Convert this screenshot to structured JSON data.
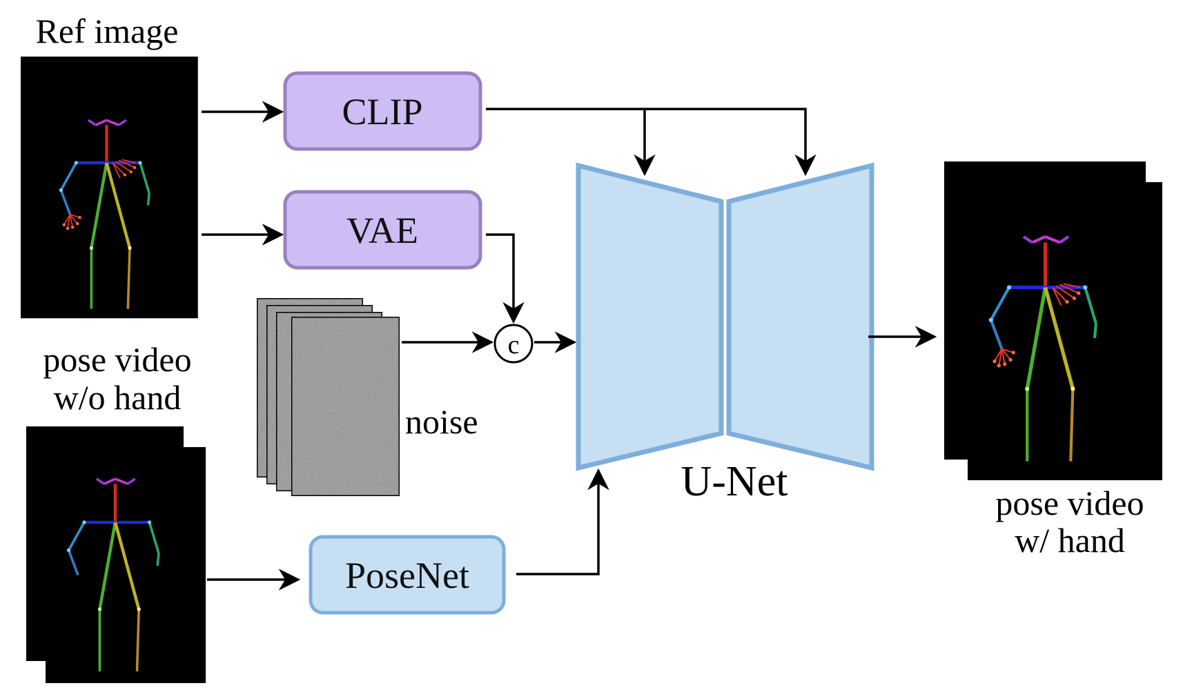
{
  "labels": {
    "ref_image": "Ref image",
    "pose_video_wo_hand_line1": "pose video",
    "pose_video_wo_hand_line2": "w/o hand",
    "noise": "noise",
    "unet": "U-Net",
    "pose_video_w_hand_line1": "pose video",
    "pose_video_w_hand_line2": "w/ hand",
    "concat_symbol": "c"
  },
  "modules": {
    "clip": "CLIP",
    "vae": "VAE",
    "posenet": "PoseNet"
  },
  "colors": {
    "clip_vae_fill": "#cdbdf4",
    "clip_vae_stroke": "#9b7fbf",
    "posenet_fill": "#c6dff3",
    "posenet_stroke": "#7eaedb",
    "unet_fill": "#c6dff3",
    "unet_stroke": "#7eaedb",
    "skeleton_head": "#c23bd0",
    "skeleton_neck": "#d42a1e",
    "skeleton_shoulder": "#1f2ad6",
    "arm_right": "#2f8fd3",
    "arm_left": "#2aa66c",
    "leg_green": "#4bb02f",
    "leg_yellow": "#bdb12a",
    "hand": "#e8352b"
  },
  "icons": [
    "arrow-right-icon",
    "arrow-down-icon",
    "arrow-up-icon",
    "concat-icon"
  ]
}
